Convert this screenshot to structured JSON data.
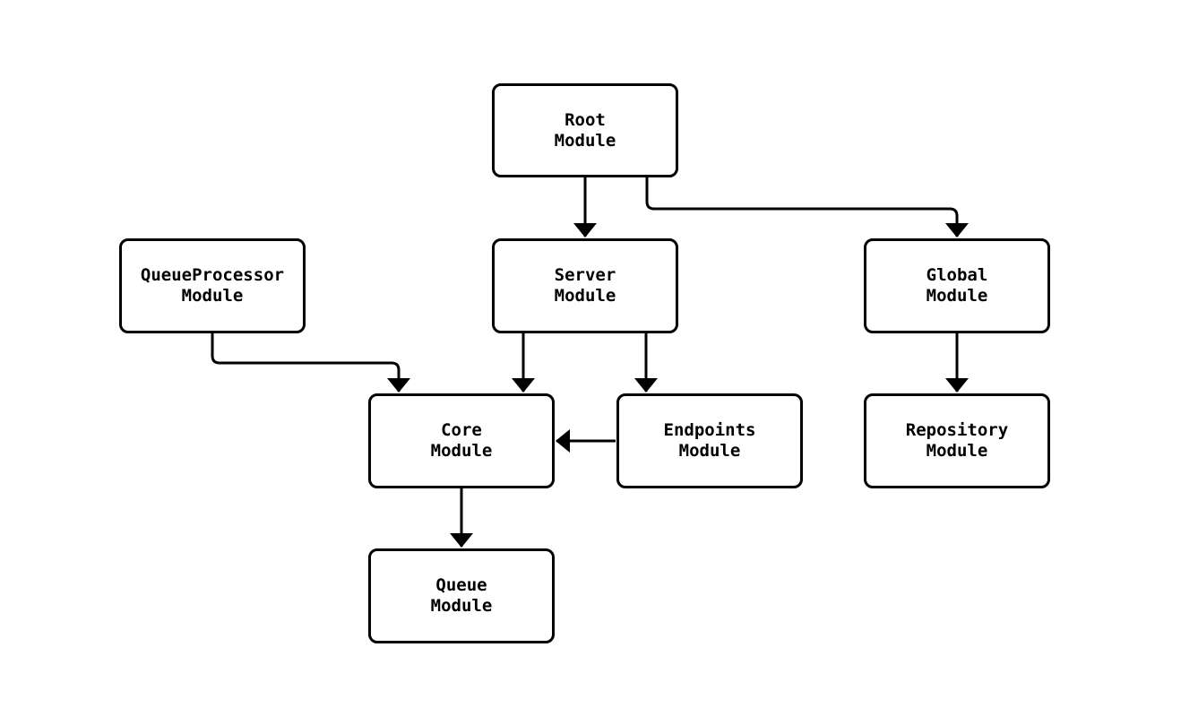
{
  "diagram": {
    "type": "module-dependency-graph",
    "colors": {
      "background": "#ffffff",
      "node_fill": "#ffffff",
      "stroke": "#000000",
      "text": "#000000"
    },
    "nodes": {
      "root": {
        "label": "Root\nModule"
      },
      "queueProcessor": {
        "label": "QueueProcessor\nModule"
      },
      "server": {
        "label": "Server\nModule"
      },
      "global": {
        "label": "Global\nModule"
      },
      "core": {
        "label": "Core\nModule"
      },
      "endpoints": {
        "label": "Endpoints\nModule"
      },
      "repository": {
        "label": "Repository\nModule"
      },
      "queue": {
        "label": "Queue\nModule"
      }
    },
    "edges": [
      {
        "from": "Root Module",
        "to": "Server Module"
      },
      {
        "from": "Root Module",
        "to": "Global Module"
      },
      {
        "from": "QueueProcessor Module",
        "to": "Core Module"
      },
      {
        "from": "Server Module",
        "to": "Core Module"
      },
      {
        "from": "Server Module",
        "to": "Endpoints Module"
      },
      {
        "from": "Endpoints Module",
        "to": "Core Module"
      },
      {
        "from": "Global Module",
        "to": "Repository Module"
      },
      {
        "from": "Core Module",
        "to": "Queue Module"
      }
    ]
  }
}
